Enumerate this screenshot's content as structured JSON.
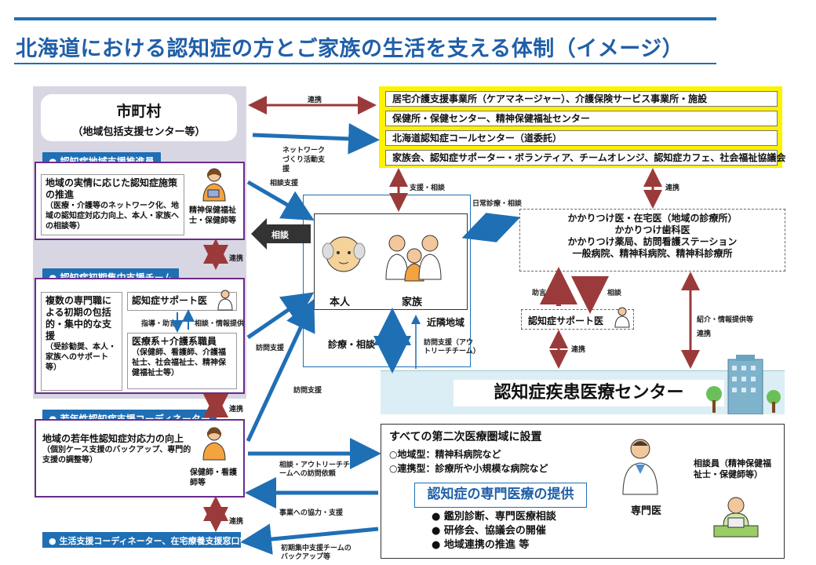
{
  "title": "北海道における認知症の方とご家族の生活を支える体制（イメージ）",
  "city": {
    "name": "市町村",
    "sub": "（地域包括支援センター等）"
  },
  "suishin": {
    "tag": "認知症地域支援推進員",
    "main": "地域の実情に応じた認知症施策の推進",
    "detail": "（医療・介護等のネットワーク化、地域の認知症対応力向上、本人・家族への相談等）",
    "staff": "精神保健福祉士・保健師等"
  },
  "shoki": {
    "tag": "認知症初期集中支援チーム",
    "left_main": "複数の専門職による初期の包括的・集中的な支援",
    "left_detail": "（受診勧奨、本人・家族へのサポート等）",
    "support_doctor": "認知症サポート医",
    "instruct": "指導・助言",
    "consult_info": "相談・情報提供",
    "staff_title": "医療系＋介護系職員",
    "staff_detail": "（保健師、看護師、介護福祉士、社会福祉士、精神保健福祉士等）"
  },
  "jakunen": {
    "tag": "若年性認知症支援コーディネーター",
    "main": "地域の若年性認知症対応力の向上",
    "detail": "（個別ケース支援のバックアップ、専門的支援の調整等）",
    "staff": "保健師・看護師等"
  },
  "seikatsu": "生活支援コーディネーター、在宅療養支援窓口等",
  "yellow_rows": [
    "居宅介護支援事業所（ケアマネージャー）、介護保険サービス事業所・施設",
    "保健所・保健センター、精神保健福祉センター",
    "北海道認知症コールセンター（道委託）",
    "家族会、認知症サポーター・ボランティア、チームオレンジ、認知症カフェ、社会福祉協議会"
  ],
  "center": {
    "person": "本人",
    "family": "家族",
    "neighbor": "近隣地域"
  },
  "kakari": [
    "かかりつけ医・在宅医（地域の診療所）",
    "かかりつけ歯科医",
    "かかりつけ薬局、訪問看護ステーション",
    "一般病院、精神科病院、精神科診療所"
  ],
  "support_doctor_right": "認知症サポート医",
  "medical_center": "認知症疾患医療センター",
  "bottom": {
    "heading": "すべての第二次医療圏域に設置",
    "type1": "○地域型：精神科病院など",
    "type2": "○連携型：診療所や小規模な病院など",
    "provide": "認知症の専門医療の提供",
    "bullets": [
      "鑑別診断、専門医療相談",
      "研修会、協議会の開催",
      "地域連携の推進 等"
    ],
    "specialist": "専門医",
    "counselor": "相談員（精神保健福祉士・保健師等）"
  },
  "labels": {
    "renkei": "連携",
    "network": "ネットワークづくり活動支援",
    "soudan_shien": "相談支援",
    "soudan": "相談",
    "houmon1": "訪問支援",
    "houmon2": "訪問支援",
    "shien_soudan": "支援・相談",
    "nichijo": "日常診療・相談",
    "shinryo_soudan": "診療・相談",
    "outreach": "訪問支援（アウトリーチチーム）",
    "jogen": "助言",
    "soudan_r": "相談",
    "shokai": "紹介・情報提供等",
    "soudan_outreach": "相談・アウトリーチチームへの訪問依頼",
    "jigyo": "事業への協力・支援",
    "backup": "初期集中支援チームのバックアップ等"
  },
  "icons": [
    "elderly-person-icon",
    "family-icon",
    "health-worker-icon",
    "doctor-icon",
    "counselor-icon",
    "building-icon"
  ]
}
